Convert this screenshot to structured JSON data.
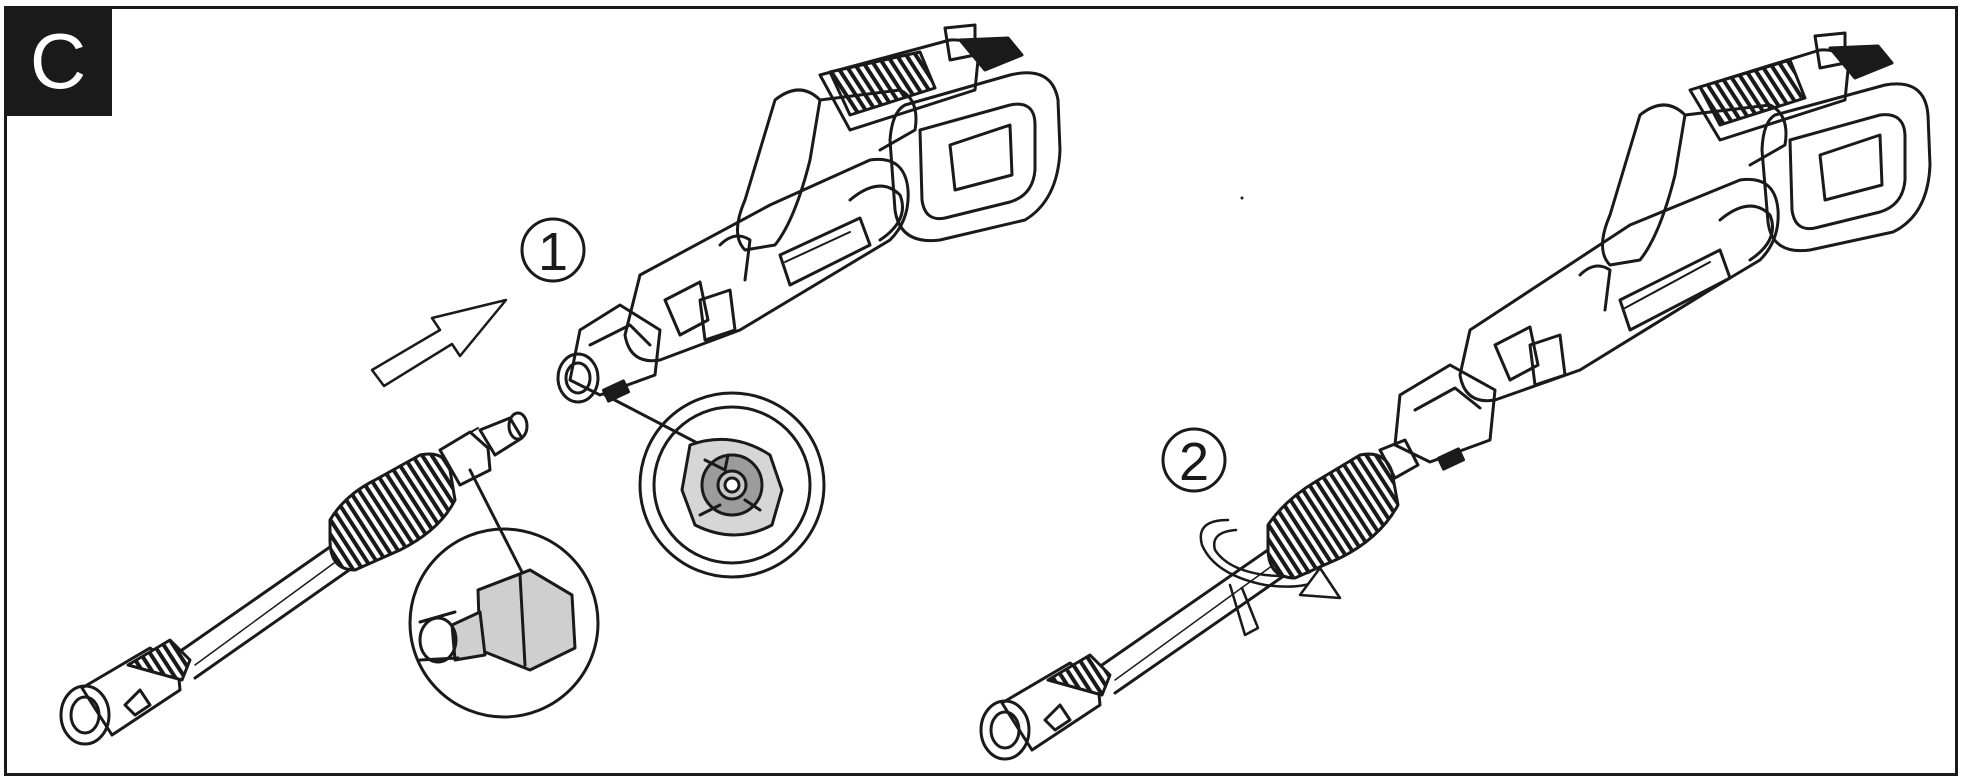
{
  "panel": {
    "label": "C"
  },
  "steps": [
    {
      "number": "1"
    },
    {
      "number": "2"
    }
  ]
}
